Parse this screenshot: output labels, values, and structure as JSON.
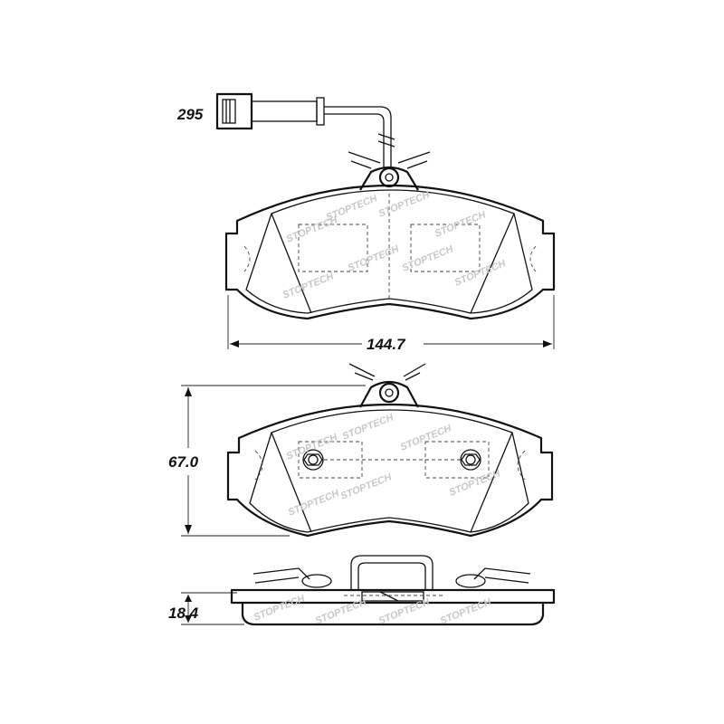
{
  "dimensions": {
    "sensor_length": "295",
    "width": "144.7",
    "height": "67.0",
    "thickness": "18.4"
  },
  "watermark": {
    "text": "STOPTECH"
  },
  "colors": {
    "line": "#111111",
    "watermark": "#c8c8c8",
    "background": "#ffffff"
  }
}
